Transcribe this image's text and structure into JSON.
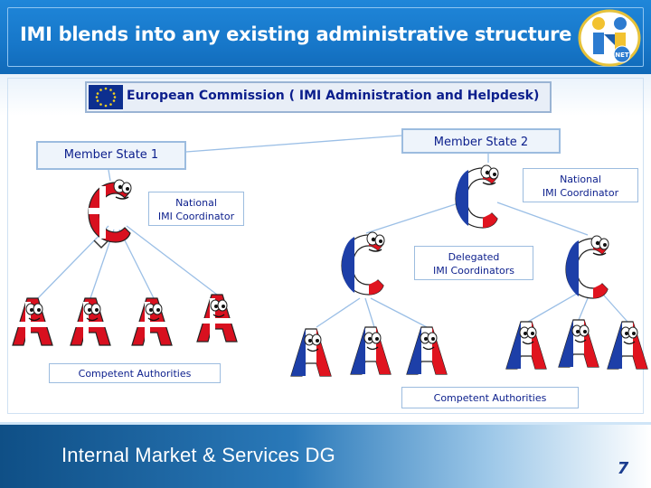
{
  "header": {
    "title": "IMI blends into any existing administrative structure",
    "logo_text": "NET"
  },
  "diagram": {
    "european_commission": "European Commission ( IMI Administration and Helpdesk)",
    "member_state_1": "Member State 1",
    "member_state_2": "Member State 2",
    "national_coordinator_1": [
      "National",
      "IMI Coordinator"
    ],
    "national_coordinator_2": [
      "National",
      "IMI Coordinator"
    ],
    "delegated_coordinators": [
      "Delegated",
      "IMI Coordinators"
    ],
    "competent_authorities_1": "Competent Authorities",
    "competent_authorities_2": "Competent Authorities"
  },
  "colors": {
    "header_blue": "#1777c9",
    "label_navy": "#0b1e8c",
    "danish_red": "#d8101f",
    "french_blue": "#1d3fa8",
    "french_red": "#e0141f",
    "connector": "#9bbfe6"
  },
  "icons": {
    "coordinator": "letter-c-character-icon",
    "authority": "letter-a-character-icon",
    "eu_flag": "eu-flag-icon",
    "logo": "imi-net-logo"
  },
  "footer": {
    "title": "Internal Market & Services DG",
    "page_number": "7"
  }
}
